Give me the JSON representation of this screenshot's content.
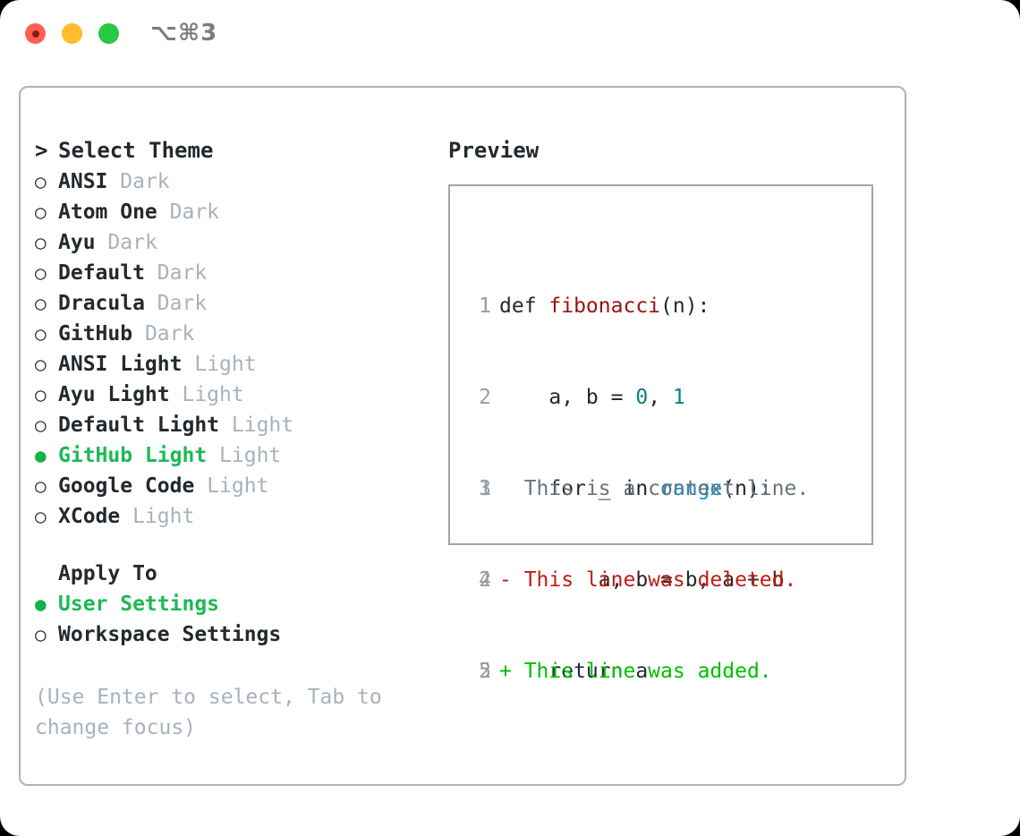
{
  "window": {
    "shortcut": "⌥⌘3",
    "traffic_lights": [
      {
        "name": "close",
        "color": "#ff5f57"
      },
      {
        "name": "minimize",
        "color": "#febc2e"
      },
      {
        "name": "maximize",
        "color": "#28c840"
      }
    ]
  },
  "theme_picker": {
    "header_marker": ">",
    "header": "Select Theme",
    "marker_unselected": "○",
    "marker_selected": "●",
    "accent_color": "#1db954",
    "items": [
      {
        "marker": "○",
        "name": "ANSI",
        "suffix": "Dark",
        "selected": false
      },
      {
        "marker": "○",
        "name": "Atom One",
        "suffix": "Dark",
        "selected": false
      },
      {
        "marker": "○",
        "name": "Ayu",
        "suffix": "Dark",
        "selected": false
      },
      {
        "marker": "○",
        "name": "Default",
        "suffix": "Dark",
        "selected": false
      },
      {
        "marker": "○",
        "name": "Dracula",
        "suffix": "Dark",
        "selected": false
      },
      {
        "marker": "○",
        "name": "GitHub",
        "suffix": "Dark",
        "selected": false
      },
      {
        "marker": "○",
        "name": "ANSI Light",
        "suffix": "Light",
        "selected": false
      },
      {
        "marker": "○",
        "name": "Ayu Light",
        "suffix": "Light",
        "selected": false
      },
      {
        "marker": "○",
        "name": "Default Light",
        "suffix": "Light",
        "selected": false
      },
      {
        "marker": "●",
        "name": "GitHub Light",
        "suffix": "Light",
        "selected": true
      },
      {
        "marker": "○",
        "name": "Google Code",
        "suffix": "Light",
        "selected": false
      },
      {
        "marker": "○",
        "name": "XCode",
        "suffix": "Light",
        "selected": false
      }
    ]
  },
  "apply_to": {
    "heading": "Apply To",
    "options": [
      {
        "marker": "●",
        "label": "User Settings",
        "selected": true
      },
      {
        "marker": "○",
        "label": "Workspace Settings",
        "selected": false
      }
    ]
  },
  "hint": "(Use Enter to select, Tab to change focus)",
  "preview": {
    "title": "Preview",
    "code_lines": [
      {
        "num": "1",
        "segments": [
          {
            "text": "def ",
            "token": "plain"
          },
          {
            "text": "fibonacci",
            "token": "fn"
          },
          {
            "text": "(n):",
            "token": "plain"
          }
        ]
      },
      {
        "num": "2",
        "segments": [
          {
            "text": "    a, b = ",
            "token": "plain"
          },
          {
            "text": "0",
            "token": "num"
          },
          {
            "text": ", ",
            "token": "plain"
          },
          {
            "text": "1",
            "token": "num"
          }
        ]
      },
      {
        "num": "3",
        "segments": [
          {
            "text": "    for _ in ",
            "token": "plain"
          },
          {
            "text": "range",
            "token": "kw"
          },
          {
            "text": "(n):",
            "token": "plain"
          }
        ]
      },
      {
        "num": "4",
        "segments": [
          {
            "text": "        a, b = b, a + b",
            "token": "plain"
          }
        ]
      },
      {
        "num": "5",
        "segments": [
          {
            "text": "    return a",
            "token": "plain"
          }
        ]
      }
    ],
    "diff_lines": [
      {
        "num": "1",
        "sign": "  ",
        "text": "This is a context line.",
        "kind": "context"
      },
      {
        "num": "2",
        "sign": "- ",
        "text": "This line was deleted.",
        "kind": "deleted"
      },
      {
        "num": "2",
        "sign": "+ ",
        "text": "This line was added.",
        "kind": "added"
      }
    ],
    "colors": {
      "function": "#9b1212",
      "number": "#0b8080",
      "keyword": "#0b96d6",
      "context": "#6a737d",
      "deleted": "#c21b12",
      "added": "#00bf00",
      "line_number": "#959da5"
    }
  }
}
